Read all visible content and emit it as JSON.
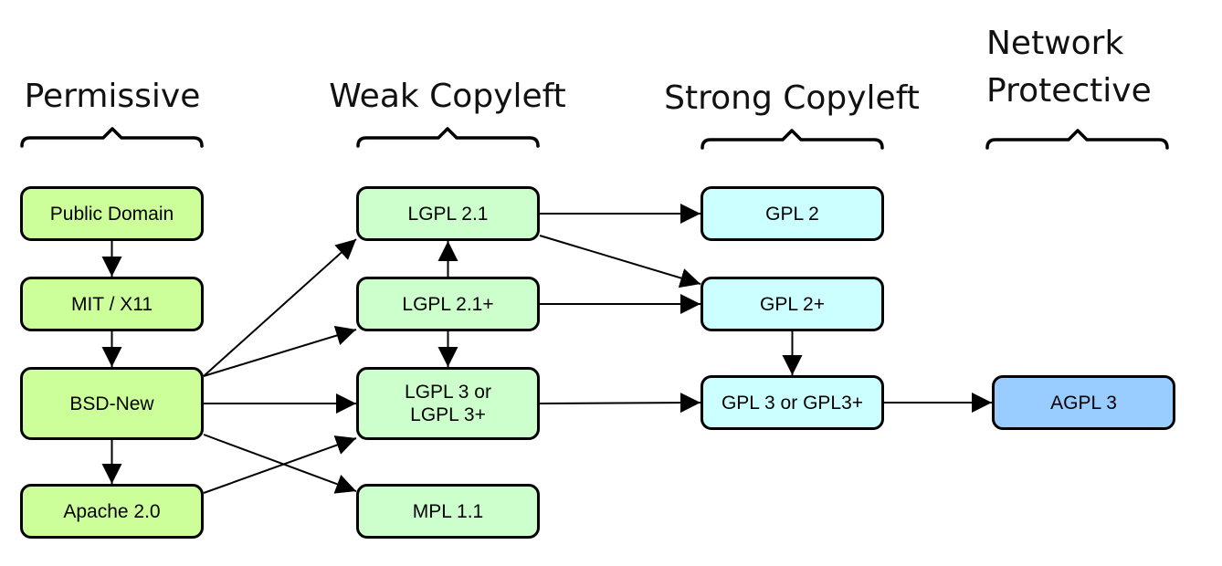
{
  "categories": {
    "permissive": "Permissive",
    "weak_copyleft": "Weak Copyleft",
    "strong_copyleft": "Strong Copyleft",
    "network_protective": "Network\nProtective"
  },
  "colors": {
    "permissive": "#ccff99",
    "weak_copyleft": "#ccffcc",
    "strong_copyleft": "#ccffff",
    "network_protective": "#99ccff"
  },
  "licenses": {
    "public_domain": "Public Domain",
    "mit_x11": "MIT / X11",
    "bsd_new": "BSD-New",
    "apache_2": "Apache 2.0",
    "lgpl21": "LGPL 2.1",
    "lgpl21plus": "LGPL 2.1+",
    "lgpl3": "LGPL 3 or\nLGPL 3+",
    "mpl11": "MPL 1.1",
    "gpl2": "GPL 2",
    "gpl2plus": "GPL 2+",
    "gpl3": "GPL 3 or GPL3+",
    "agpl3": "AGPL 3"
  },
  "edges": [
    [
      "public_domain",
      "mit_x11"
    ],
    [
      "mit_x11",
      "bsd_new"
    ],
    [
      "bsd_new",
      "apache_2"
    ],
    [
      "bsd_new",
      "lgpl21"
    ],
    [
      "bsd_new",
      "lgpl21plus"
    ],
    [
      "bsd_new",
      "lgpl3"
    ],
    [
      "bsd_new",
      "mpl11"
    ],
    [
      "apache_2",
      "lgpl3"
    ],
    [
      "lgpl21plus",
      "lgpl21"
    ],
    [
      "lgpl21plus",
      "lgpl3"
    ],
    [
      "lgpl21",
      "gpl2"
    ],
    [
      "lgpl21",
      "gpl2plus"
    ],
    [
      "lgpl21plus",
      "gpl2plus"
    ],
    [
      "gpl2plus",
      "gpl3"
    ],
    [
      "lgpl3",
      "gpl3"
    ],
    [
      "gpl3",
      "agpl3"
    ]
  ]
}
